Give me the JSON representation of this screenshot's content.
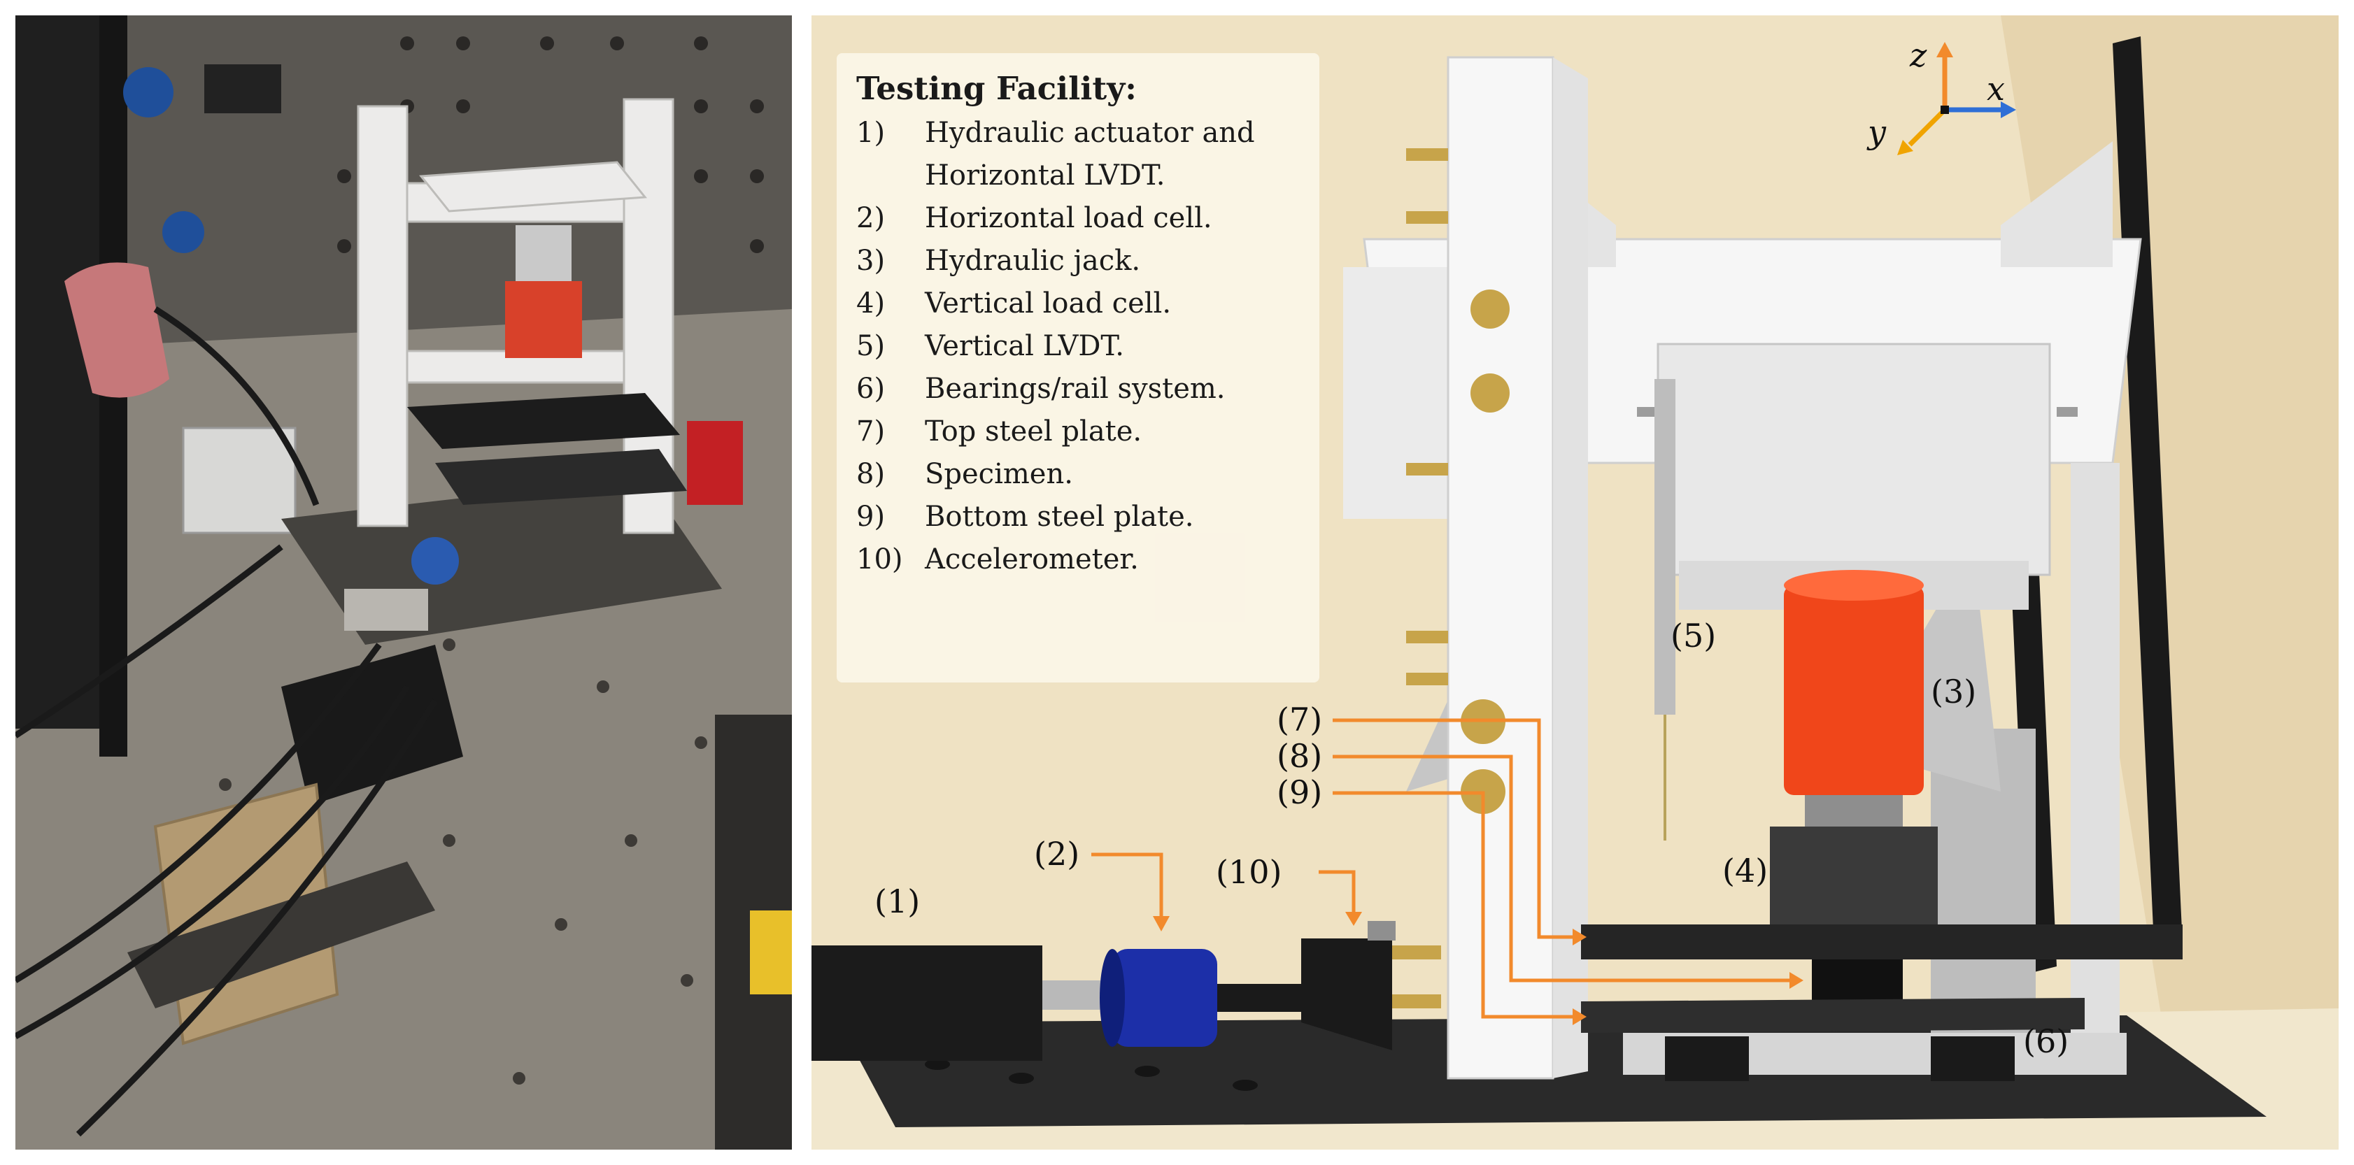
{
  "legend": {
    "title": "Testing Facility:",
    "items": [
      {
        "num": "1)",
        "text": "Hydraulic actuator and Horizontal LVDT."
      },
      {
        "num": "2)",
        "text": "Horizontal load cell."
      },
      {
        "num": "3)",
        "text": "Hydraulic jack."
      },
      {
        "num": "4)",
        "text": "Vertical load cell."
      },
      {
        "num": "5)",
        "text": "Vertical LVDT."
      },
      {
        "num": "6)",
        "text": "Bearings/rail system."
      },
      {
        "num": "7)",
        "text": "Top steel plate."
      },
      {
        "num": "8)",
        "text": "Specimen."
      },
      {
        "num": "9)",
        "text": "Bottom steel plate."
      },
      {
        "num": "10)",
        "text": "Accelerometer."
      }
    ]
  },
  "callouts": {
    "c1": "(1)",
    "c2": "(2)",
    "c3": "(3)",
    "c4": "(4)",
    "c5": "(5)",
    "c6": "(6)",
    "c7": "(7)",
    "c8": "(8)",
    "c9": "(9)",
    "c10": "(10)"
  },
  "axes": {
    "x": "x",
    "y": "y",
    "z": "z"
  },
  "colors": {
    "arrow": "#f28a2c",
    "jack": "#f0461a",
    "loadcell_h": "#1c2fa8",
    "frame": "#f4f4f4",
    "plate": "#2b2b2b",
    "axis_x": "#2f6fd6",
    "axis_y": "#f0a400",
    "axis_z": "#f28a2c"
  }
}
